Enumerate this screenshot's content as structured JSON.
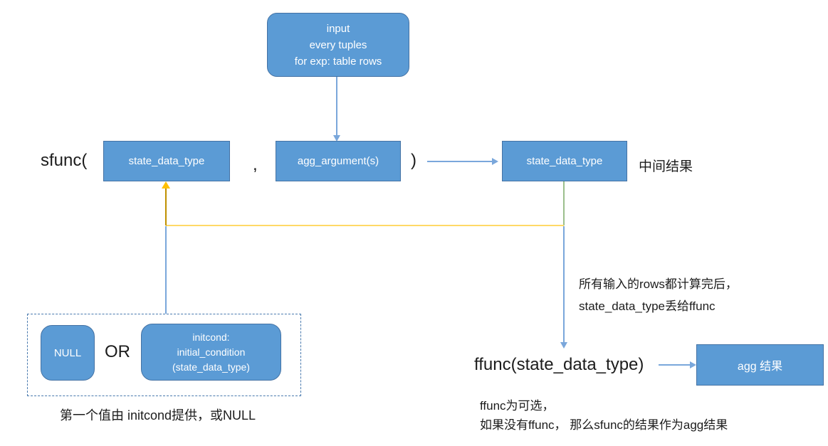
{
  "diagram": {
    "input_box": {
      "lines": [
        "input",
        "every tuples",
        "for exp: table rows"
      ]
    },
    "sfunc_row": {
      "sfunc_label": "sfunc(",
      "state_box_1": "state_data_type",
      "comma": ",",
      "agg_arg_box": "agg_argument(s)",
      "close_paren": ")",
      "state_box_2": "state_data_type",
      "intermediate_note": "中间结果"
    },
    "init_group": {
      "null_box": "NULL",
      "or_label": "OR",
      "initcond_box": {
        "lines": [
          "initcond:",
          "initial_condition",
          "(state_data_type)"
        ]
      },
      "caption": "第一个值由 initcond提供，或NULL"
    },
    "rows_note": {
      "lines": [
        "所有输入的rows都计算完后，",
        "state_data_type丢给ffunc"
      ]
    },
    "ffunc_row": {
      "ffunc_label": "ffunc(state_data_type)",
      "agg_result_box": "agg 结果"
    },
    "ffunc_note": {
      "lines": [
        "ffunc为可选，",
        "如果没有ffunc， 那么sfunc的结果作为agg结果"
      ]
    },
    "colors": {
      "box_fill": "#5B9BD5",
      "box_border": "#4472A4",
      "connector_blue": "#7AA7DB",
      "connector_yellow": "#FFD966",
      "connector_olive": "#BF9000",
      "arrowhead_gold": "#FFC000",
      "connector_green": "#9CBF8C"
    }
  }
}
